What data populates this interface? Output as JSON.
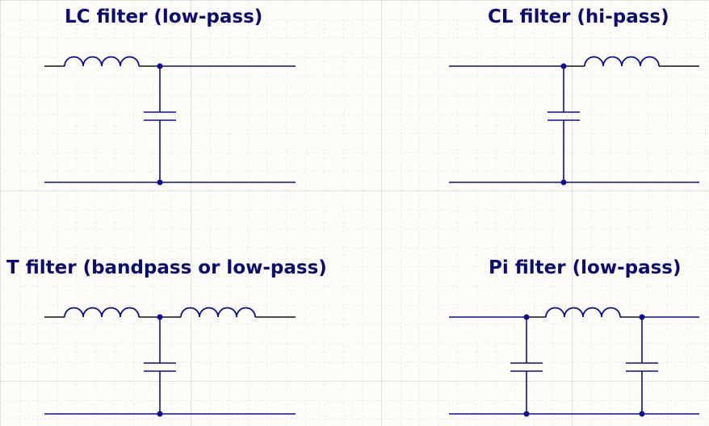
{
  "canvas": {
    "background": "#fdfcf8",
    "wire_color": "#0c0c9a",
    "title_color": "#0b0b73",
    "grid": true
  },
  "circuits": [
    {
      "id": "lc",
      "title": "LC filter (low-pass)",
      "components": [
        "inductor-series",
        "capacitor-shunt"
      ]
    },
    {
      "id": "cl",
      "title": "CL filter (hi-pass)",
      "components": [
        "capacitor-shunt",
        "inductor-series"
      ]
    },
    {
      "id": "t",
      "title": "T filter (bandpass or low-pass)",
      "components": [
        "inductor-series",
        "capacitor-shunt",
        "inductor-series"
      ]
    },
    {
      "id": "pi",
      "title": "Pi filter (low-pass)",
      "components": [
        "capacitor-shunt",
        "inductor-series",
        "capacitor-shunt"
      ]
    }
  ]
}
